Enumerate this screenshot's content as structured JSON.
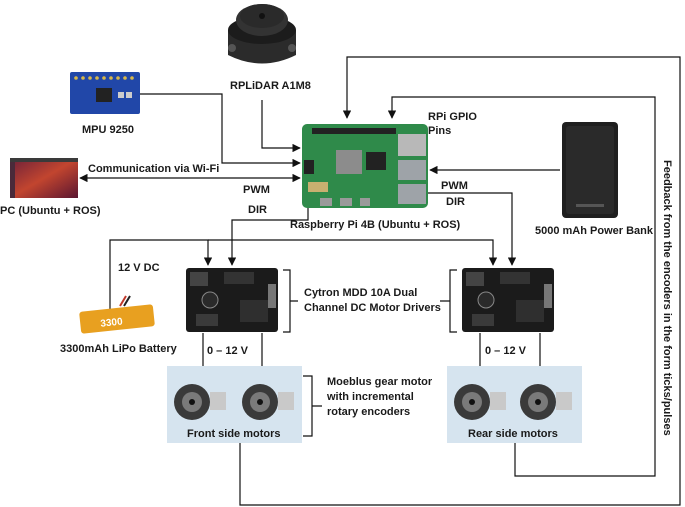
{
  "labels": {
    "rplidar": "RPLiDAR A1M8",
    "mpu": "MPU 9250",
    "comm": "Communication via Wi-Fi",
    "pc": "PC (Ubuntu + ROS)",
    "rpi_gpio_1": "RPi GPIO",
    "rpi_gpio_2": "Pins",
    "raspberry": "Raspberry Pi 4B (Ubuntu + ROS)",
    "power_bank": "5000 mAh Power Bank",
    "pwm_left": "PWM",
    "dir_left": "DIR",
    "pwm_right": "PWM",
    "dir_right": "DIR",
    "dc_12v": "12 V DC",
    "battery": "3300mAh LiPo Battery",
    "driver_1": "Cytron MDD 10A Dual",
    "driver_2": "Channel DC Motor Drivers",
    "volt_left": "0 – 12 V",
    "volt_right": "0 – 12 V",
    "motor_1": "Moeblus gear motor",
    "motor_2": "with incremental",
    "motor_3": "rotary encoders",
    "front_motors": "Front side motors",
    "rear_motors": "Rear side motors",
    "feedback": "Feedback from the encoders in the form ticks/pulses",
    "battery_sticker": "3300"
  }
}
